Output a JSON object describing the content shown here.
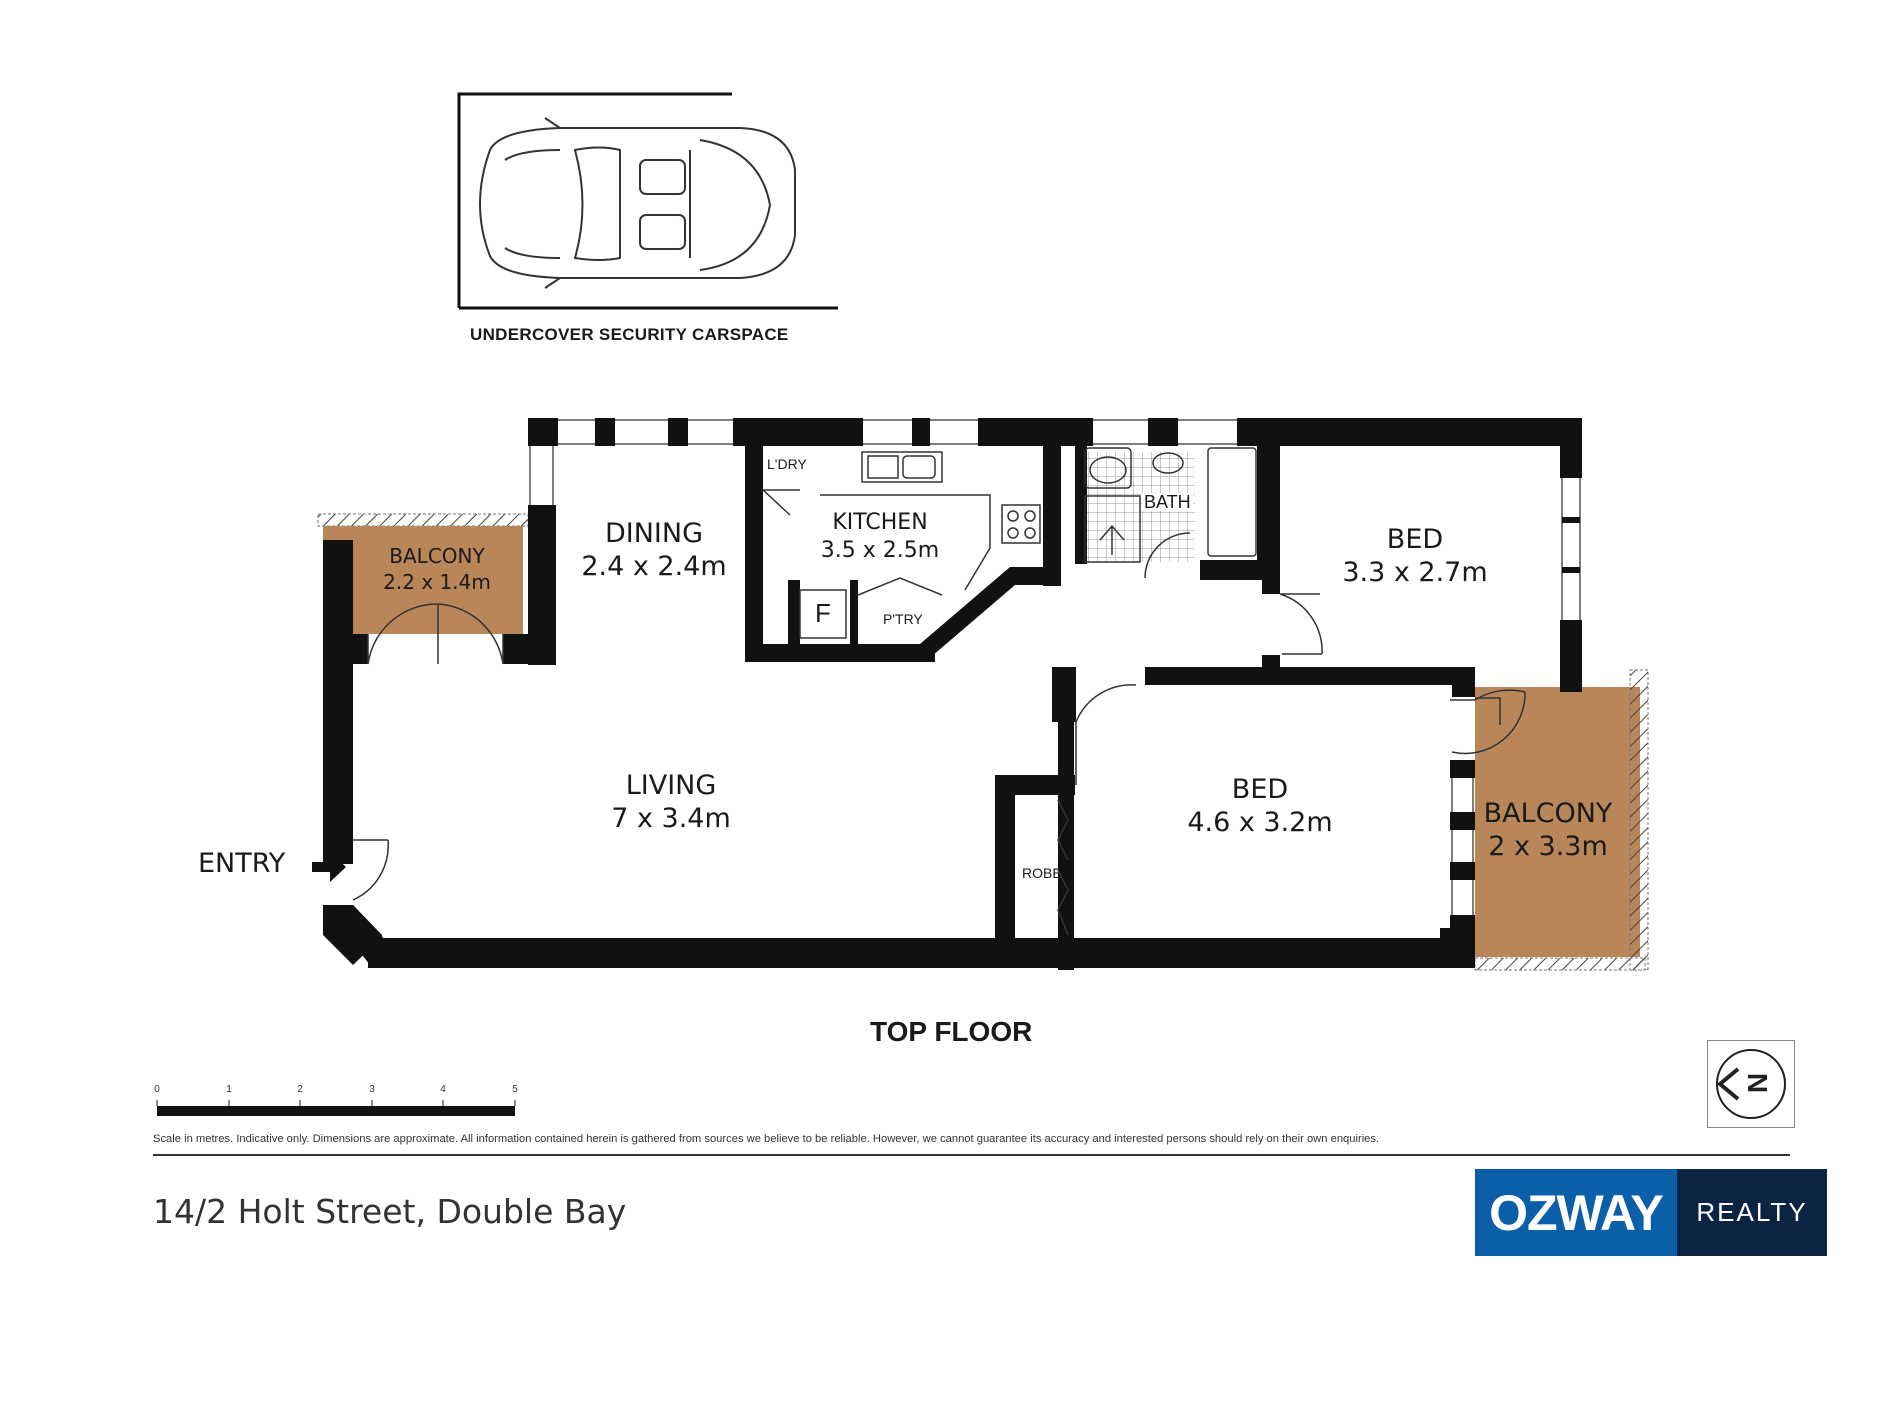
{
  "carspace": {
    "label": "UNDERCOVER SECURITY CARSPACE"
  },
  "rooms": {
    "dining": {
      "name": "DINING",
      "dims": "2.4 x 2.4m"
    },
    "kitchen": {
      "name": "KITCHEN",
      "dims": "3.5 x 2.5m"
    },
    "laundry": {
      "name": "L'DRY"
    },
    "fridge": {
      "name": "F"
    },
    "pantry": {
      "name": "P'TRY"
    },
    "bath": {
      "name": "BATH"
    },
    "bed1": {
      "name": "BED",
      "dims": "3.3 x 2.7m"
    },
    "bed2": {
      "name": "BED",
      "dims": "4.6 x 3.2m"
    },
    "living": {
      "name": "LIVING",
      "dims": "7 x 3.4m"
    },
    "robe": {
      "name": "ROBE"
    },
    "balcony_left": {
      "name": "BALCONY",
      "dims": "2.2 x 1.4m"
    },
    "balcony_right": {
      "name": "BALCONY",
      "dims": "2 x 3.3m"
    }
  },
  "entry": {
    "label": "ENTRY"
  },
  "floor": {
    "label": "TOP FLOOR"
  },
  "scale": {
    "ticks": [
      "0",
      "1",
      "2",
      "3",
      "4",
      "5"
    ]
  },
  "disclaimer": "Scale in metres. Indicative only. Dimensions are approximate. All information contained herein is gathered from sources we believe to be reliable. However, we cannot guarantee its accuracy and interested persons should rely on their own enquiries.",
  "address": "14/2 Holt Street, Double Bay",
  "brand": {
    "name_a": "OZWAY",
    "name_b": "REALTY",
    "color_a": "#0b5ea8",
    "color_b": "#0d2344"
  },
  "colors": {
    "wall": "#111111",
    "balcony": "#b9865a"
  },
  "compass": {
    "letter": "N",
    "icon": "north-arrow-icon"
  }
}
